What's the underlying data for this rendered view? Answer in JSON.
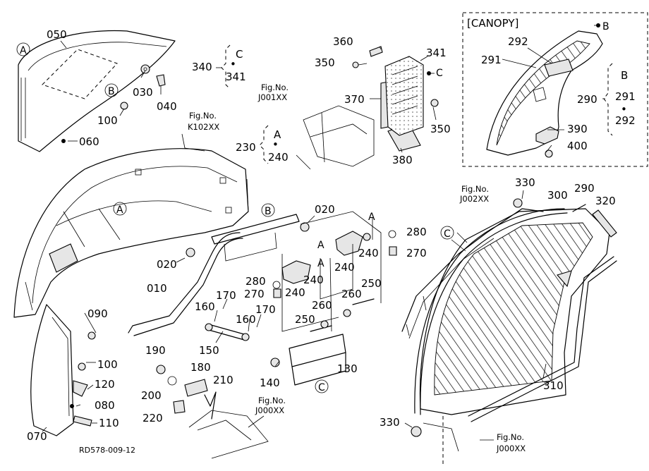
{
  "diagram": {
    "drawing_code": "RD578-009-12",
    "canopy_title": "[CANOPY]",
    "fig_refs": [
      {
        "id": "fig-j001",
        "line1": "Fig.No.",
        "line2": "J001XX"
      },
      {
        "id": "fig-k102",
        "line1": "Fig.No.",
        "line2": "K102XX"
      },
      {
        "id": "fig-j002",
        "line1": "Fig.No.",
        "line2": "J002XX"
      },
      {
        "id": "fig-j000a",
        "line1": "Fig.No.",
        "line2": "J000XX"
      },
      {
        "id": "fig-j000b",
        "line1": "Fig.No.",
        "line2": "J000XX"
      }
    ],
    "part_numbers": [
      "050",
      "030",
      "040",
      "100",
      "060",
      "230",
      "010",
      "020",
      "020",
      "170",
      "160",
      "160",
      "170",
      "150",
      "190",
      "180",
      "210",
      "200",
      "220",
      "140",
      "090",
      "100",
      "120",
      "080",
      "110",
      "070",
      "250",
      "260",
      "260",
      "250",
      "130",
      "240",
      "240",
      "240",
      "240",
      "280",
      "270",
      "280",
      "270",
      "360",
      "350",
      "341",
      "370",
      "350",
      "380",
      "340",
      "341",
      "330",
      "300",
      "290",
      "320",
      "310",
      "330",
      "292",
      "291",
      "290",
      "291",
      "292",
      "390",
      "400"
    ],
    "letter_markers": [
      "A",
      "B",
      "A",
      "B",
      "C",
      "A",
      "A",
      "A",
      "C",
      "C",
      "B",
      "B",
      "C",
      "A"
    ],
    "reference_groups": [
      {
        "id": "group-340",
        "number": "340",
        "letter": "C",
        "child": "341"
      },
      {
        "id": "group-240",
        "letter": "A",
        "child": "240"
      },
      {
        "id": "group-290",
        "number": "290",
        "letter": "B",
        "children": [
          "291",
          "292"
        ]
      }
    ]
  }
}
